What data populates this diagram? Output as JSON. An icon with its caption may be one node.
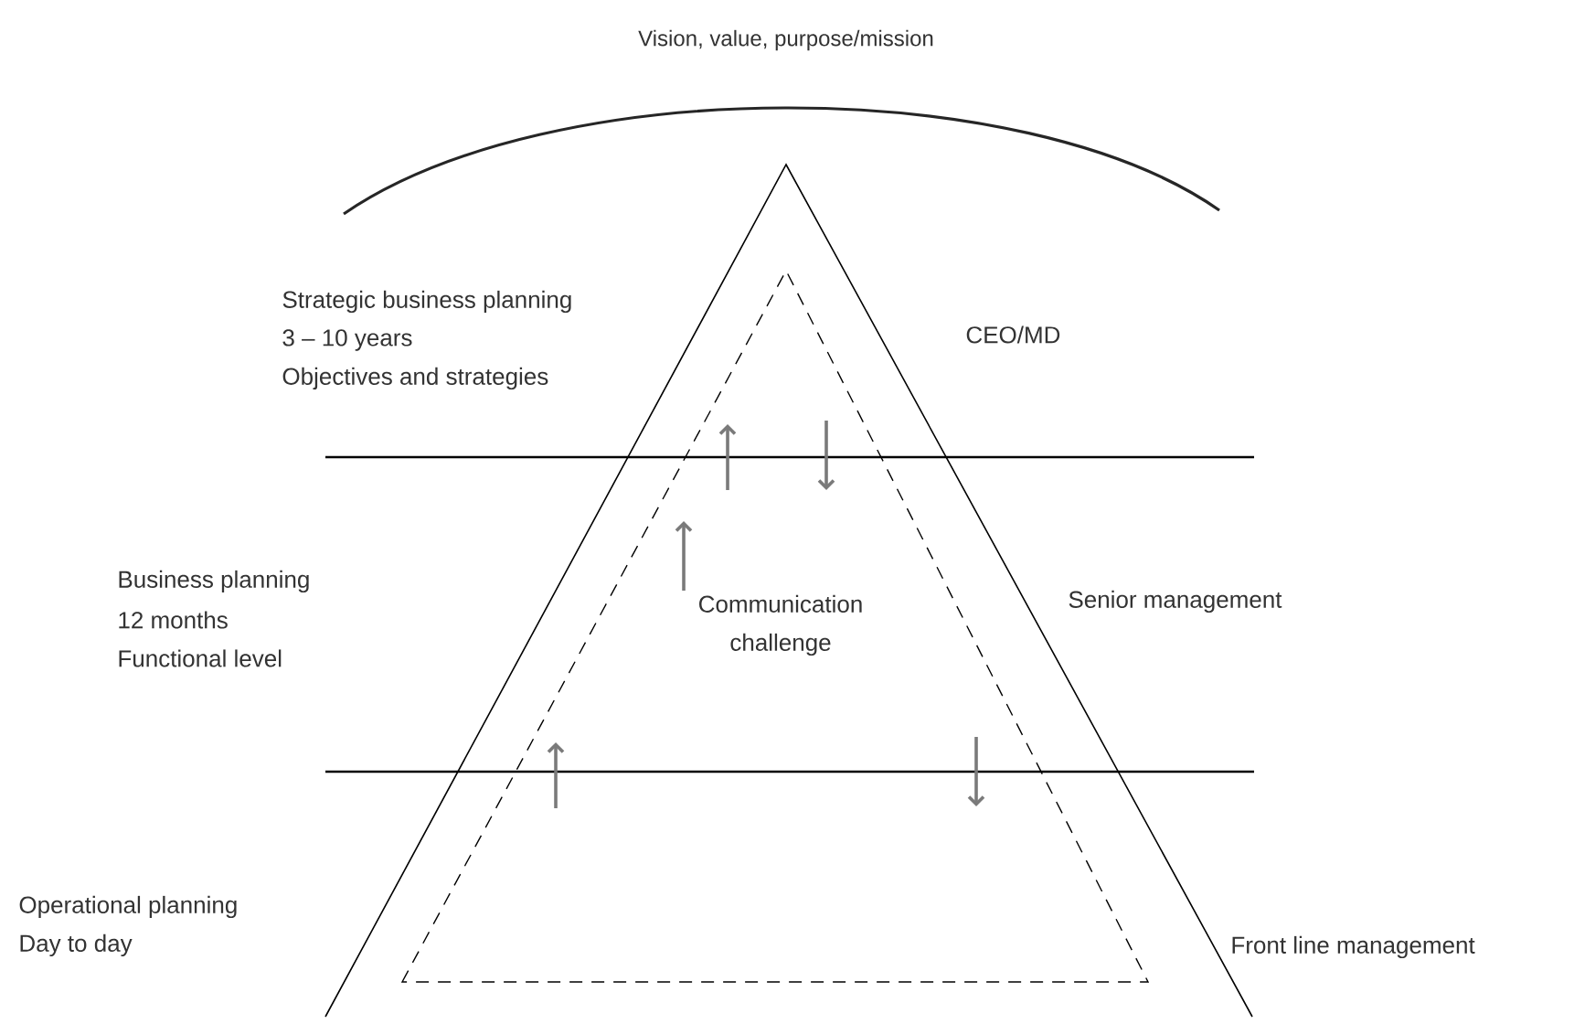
{
  "diagram": {
    "title": "Vision, value, purpose/mission",
    "labels": [
      "Strategic business planning",
      "3 – 10 years",
      "Objectives and strategies",
      "CEO/MD",
      "Business planning",
      "12 months",
      "Functional level",
      "Communication challenge",
      "Senior management",
      "Operational planning",
      "Day to day",
      "Front line management"
    ]
  }
}
